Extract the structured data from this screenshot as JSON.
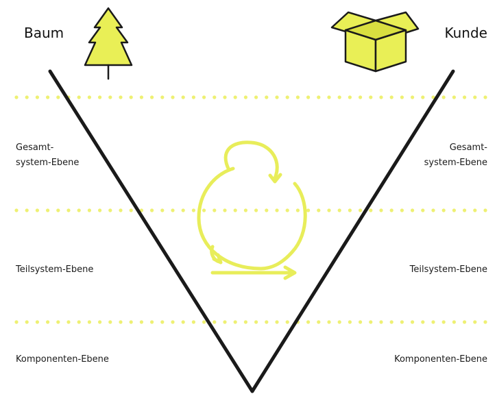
{
  "header": {
    "left_label": "Baum",
    "right_label": "Kunde"
  },
  "levels": {
    "system_left": [
      "Gesamt-",
      "system-Ebene"
    ],
    "system_right": [
      "Gesamt-",
      "system-Ebene"
    ],
    "subsystem_left": "Teilsystem-Ebene",
    "subsystem_right": "Teilsystem-Ebene",
    "component_left": "Komponenten-Ebene",
    "component_right": "Komponenten-Ebene"
  },
  "icons": {
    "left": "tree-icon",
    "right": "box-icon"
  },
  "colors": {
    "accent": "#e8ed5a",
    "icon_fill": "#e9ef56",
    "line": "#1a1a1a",
    "dots": "#eef073"
  }
}
